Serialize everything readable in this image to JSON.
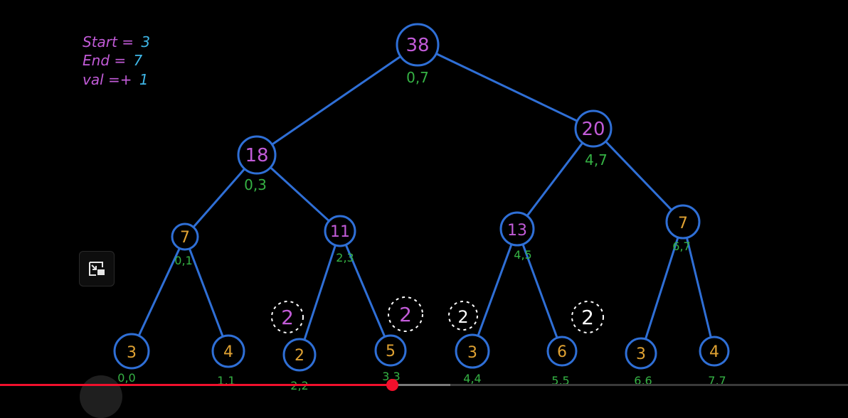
{
  "notes": [
    {
      "label": "Start",
      "op": "=",
      "value": "3"
    },
    {
      "label": "End",
      "op": "=",
      "value": "7"
    },
    {
      "label": "val",
      "op": "=+",
      "value": "1"
    }
  ],
  "tree": {
    "nodes": [
      {
        "id": "n0",
        "value": "38",
        "range": "0,7"
      },
      {
        "id": "n1",
        "value": "18",
        "range": "0,3"
      },
      {
        "id": "n2",
        "value": "20",
        "range": "4,7"
      },
      {
        "id": "n3",
        "value": "7",
        "range": "0,1"
      },
      {
        "id": "n4",
        "value": "11",
        "range": "2,3"
      },
      {
        "id": "n5",
        "value": "13",
        "range": "4,5"
      },
      {
        "id": "n6",
        "value": "7",
        "range": "6,7"
      },
      {
        "id": "n7",
        "value": "3",
        "range": "0,0"
      },
      {
        "id": "n8",
        "value": "4",
        "range": "1,1"
      },
      {
        "id": "n9",
        "value": "2",
        "range": "2,2"
      },
      {
        "id": "n10",
        "value": "5",
        "range": "3,3"
      },
      {
        "id": "n11",
        "value": "3",
        "range": "4,4"
      },
      {
        "id": "n12",
        "value": "6",
        "range": "5,5"
      },
      {
        "id": "n13",
        "value": "3",
        "range": "6,6"
      },
      {
        "id": "n14",
        "value": "4",
        "range": "7,7"
      }
    ],
    "edges": [
      [
        "n0",
        "n1"
      ],
      [
        "n0",
        "n2"
      ],
      [
        "n1",
        "n3"
      ],
      [
        "n1",
        "n4"
      ],
      [
        "n2",
        "n5"
      ],
      [
        "n2",
        "n6"
      ],
      [
        "n3",
        "n7"
      ],
      [
        "n3",
        "n8"
      ],
      [
        "n4",
        "n9"
      ],
      [
        "n4",
        "n10"
      ],
      [
        "n5",
        "n11"
      ],
      [
        "n5",
        "n12"
      ],
      [
        "n6",
        "n13"
      ],
      [
        "n6",
        "n14"
      ]
    ],
    "lazy_marks": [
      {
        "id": "lz1",
        "value": "2",
        "color": "#c25bd8"
      },
      {
        "id": "lz2",
        "value": "2",
        "color": "#c25bd8"
      },
      {
        "id": "lz3",
        "value": "2",
        "color": "#ffffff"
      },
      {
        "id": "lz4",
        "value": "2",
        "color": "#ffffff"
      }
    ]
  },
  "colors": {
    "edge": "#2f6fd6",
    "node_ring": "#2f6fd6",
    "value_top": "#c25bd8",
    "value_leaf": "#e0a232",
    "range": "#35b244",
    "note_label": "#c25bd8",
    "note_value": "#3fb7e8"
  },
  "player": {
    "played_fraction": 0.462,
    "buffered_fraction": 0.531,
    "pip_icon": "picture-in-picture-icon"
  }
}
